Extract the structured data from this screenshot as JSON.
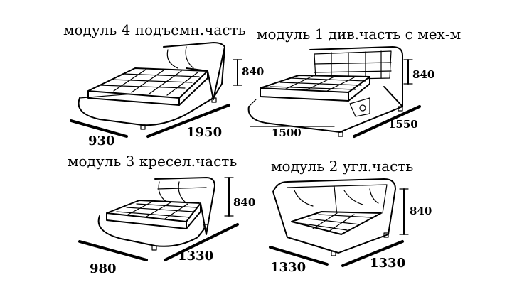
{
  "modules": [
    {
      "title": "модуль 4 подъемн.часть",
      "height": "840",
      "depth": "930",
      "width": "1950"
    },
    {
      "title": "модуль 1 див.часть с мех-м",
      "height": "840",
      "depth": "1500",
      "width": "1550"
    },
    {
      "title": "модуль 3 кресел.часть",
      "height": "840",
      "depth": "980",
      "width": "1330"
    },
    {
      "title": "модуль 2 угл.часть",
      "height": "840",
      "depth": "1330",
      "width": "1330"
    }
  ]
}
